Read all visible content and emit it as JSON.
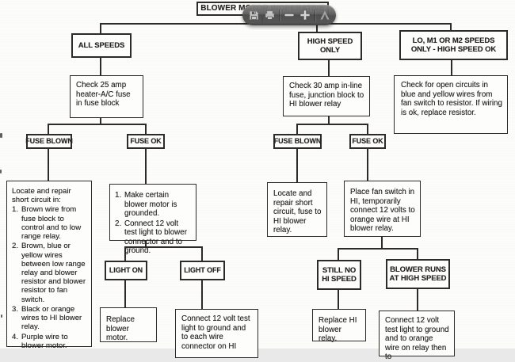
{
  "root": {
    "label": "BLOWER MOTOR INOPERATIVE"
  },
  "toolbar": {
    "buttons": [
      {
        "name": "save"
      },
      {
        "name": "print"
      },
      {
        "name": "zoom-out"
      },
      {
        "name": "zoom-in"
      },
      {
        "name": "adobe-reader"
      }
    ]
  },
  "branch_left": {
    "header": "ALL SPEEDS",
    "check": "Check 25 amp heater-A/C fuse in fuse block",
    "fuse_blown": "FUSE BLOWN",
    "fuse_ok": "FUSE OK",
    "short_circuit": {
      "intro": "Locate and repair short circuit in:",
      "items": [
        {
          "num": "1.",
          "text": "Brown wire from fuse block to control and to low range relay."
        },
        {
          "num": "2.",
          "text": "Brown, blue or yellow wires between low range relay and blower resistor and blower resistor to fan switch."
        },
        {
          "num": "3.",
          "text": "Black or orange wires to HI blower relay."
        },
        {
          "num": "4.",
          "text": "Purple wire to blower motor."
        }
      ]
    },
    "ground_test": {
      "items": [
        {
          "num": "1.",
          "text": "Make certain blower motor is grounded."
        },
        {
          "num": "2.",
          "text": "Connect 12 volt test light to blower connector and to ground."
        }
      ]
    },
    "light_on": "LIGHT ON",
    "light_off": "LIGHT OFF",
    "replace_motor": "Replace blower motor.",
    "connect_each_wire": "Connect 12 volt test light to ground and to each wire connector on HI"
  },
  "branch_mid": {
    "header": "HIGH SPEED ONLY",
    "check": "Check 30 amp in-line fuse, junction block to HI blower relay",
    "fuse_blown": "FUSE BLOWN",
    "fuse_ok": "FUSE OK",
    "locate_repair": "Locate and repair short circuit, fuse to HI blower relay.",
    "place_fan_switch": "Place fan switch in HI, temporarily connect 12 volts to orange wire at HI blower relay.",
    "still_no_hi": "STILL NO HI SPEED",
    "blower_runs": "BLOWER RUNS AT HIGH SPEED",
    "replace_relay": "Replace HI blower relay.",
    "connect_orange": "Connect 12 volt test light to ground and to orange wire on relay then to"
  },
  "branch_right": {
    "header": "LO, M1 OR M2 SPEEDS ONLY - HIGH SPEED OK",
    "check": "Check for open circuits in blue and yellow wires from fan switch to resistor. If wiring is ok, replace resistor."
  },
  "colors": {
    "line": "#2e2b27",
    "paper": "#fcfcfa",
    "toolbar_bg": "#5e5e5e",
    "toolbar_icon": "#c8c8c8"
  }
}
